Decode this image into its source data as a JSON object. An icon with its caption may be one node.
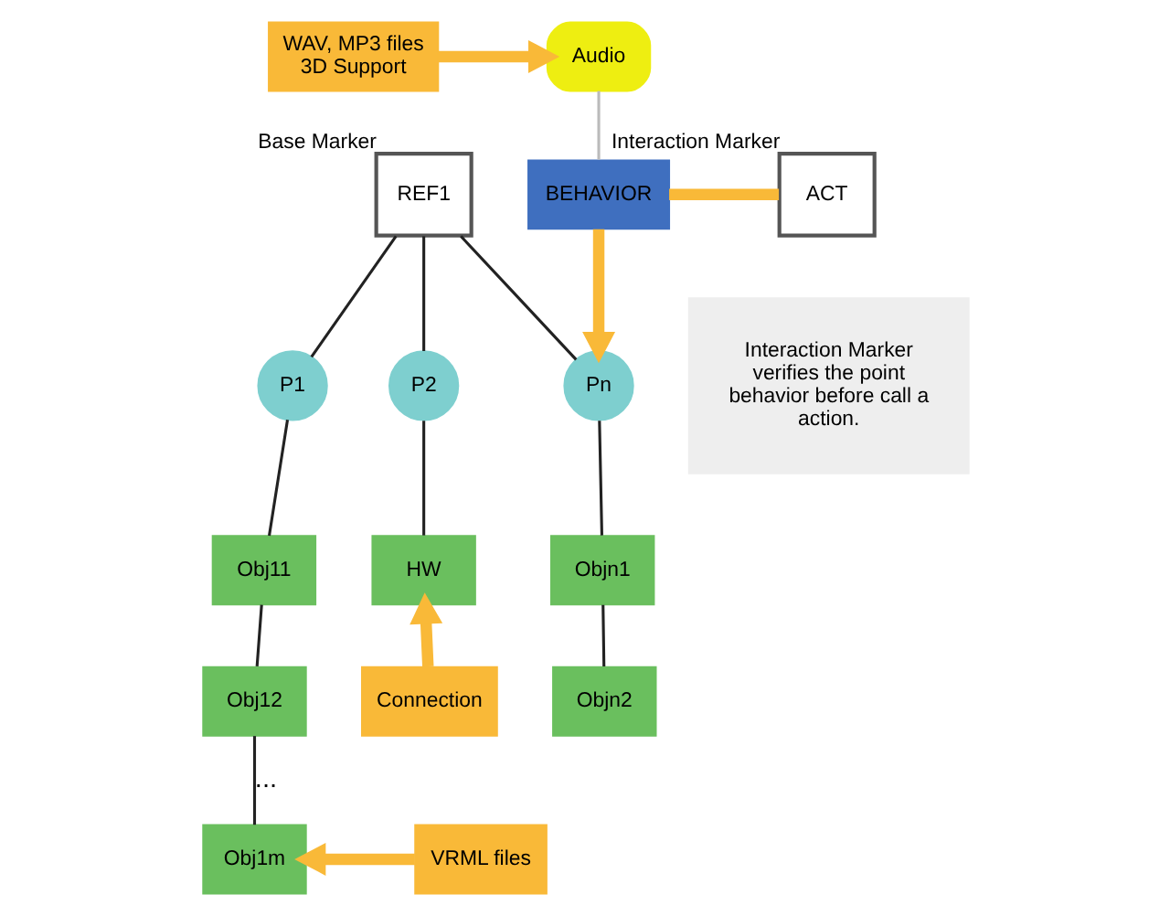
{
  "diagram": {
    "nodes": [
      {
        "text": [
          "REF1"
        ],
        "beside": [
          "Base Marker"
        ]
      },
      {
        "text": [
          "P1"
        ]
      },
      {
        "text": [
          "P2"
        ]
      },
      {
        "text": [
          "Pn"
        ]
      },
      {
        "text": [
          "Obj11"
        ]
      },
      {
        "text": [
          "Obj12"
        ]
      },
      {
        "text": [
          "Obj1m"
        ]
      },
      {
        "text": [
          "HW"
        ]
      },
      {
        "text": [
          "Objn1"
        ]
      },
      {
        "text": [
          "Objn2"
        ]
      },
      {
        "text": [
          "WAV, MP3 files 3D Support"
        ]
      },
      {
        "text": [
          "Audio"
        ]
      },
      {
        "text": [
          "BEHAVIOR"
        ]
      },
      {
        "text": [
          "ACT"
        ],
        "beside": [
          "Interaction Marker"
        ]
      },
      {
        "text": [
          "Connection"
        ]
      },
      {
        "text": [
          "VRML files"
        ]
      },
      {
        "text": [
          "Interaction Marker verifies the point behavior before call a action."
        ]
      }
    ],
    "edges": [
      {
        "from": 0,
        "to": 1,
        "arrow": "none"
      },
      {
        "from": 0,
        "to": 2,
        "arrow": "none"
      },
      {
        "from": 0,
        "to": 3,
        "arrow": "none"
      },
      {
        "from": 1,
        "to": 4,
        "arrow": "none"
      },
      {
        "from": 4,
        "to": 5,
        "arrow": "none"
      },
      {
        "from": 5,
        "to": 6,
        "arrow": "none",
        "label": "..."
      },
      {
        "from": 2,
        "to": 7,
        "arrow": "none"
      },
      {
        "from": 3,
        "to": 8,
        "arrow": "none"
      },
      {
        "from": 8,
        "to": 9,
        "arrow": "none"
      },
      {
        "from": 10,
        "to": 11,
        "arrow": "to",
        "style": "thick",
        "color": "#f9b938"
      },
      {
        "from": 11,
        "to": 12,
        "arrow": "none",
        "color": "#bbbbbb"
      },
      {
        "from": 13,
        "to": 12,
        "arrow": "none",
        "style": "thick",
        "color": "#f9b938"
      },
      {
        "from": 12,
        "to": 3,
        "arrow": "to",
        "style": "thick",
        "color": "#f9b938"
      },
      {
        "from": 14,
        "to": 7,
        "arrow": "to",
        "style": "thick",
        "color": "#f9b938"
      },
      {
        "from": 15,
        "to": 6,
        "arrow": "to",
        "style": "thick",
        "color": "#f9b938"
      }
    ]
  }
}
